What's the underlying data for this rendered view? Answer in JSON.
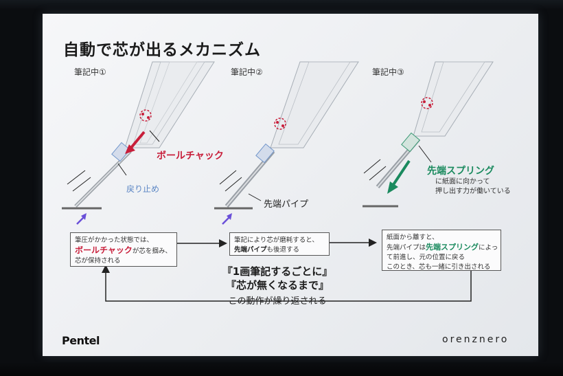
{
  "slide": {
    "title": "自動で芯が出るメカニズム",
    "stages": [
      {
        "label": "筆記中①"
      },
      {
        "label": "筆記中②"
      },
      {
        "label": "筆記中③"
      }
    ],
    "labels": {
      "ball_chuck": "ボールチャック",
      "return_stop": "戻り止め",
      "tip_pipe": "先端パイプ",
      "tip_spring": "先端スプリング"
    },
    "spring_note": [
      "に紙面に向かって",
      "押し出す力が働いている"
    ],
    "boxes": [
      {
        "lines": [
          "筆圧がかかった状態では、",
          "ボールチャックが芯を掴み、",
          "芯が保持される"
        ]
      },
      {
        "lines": [
          "筆記により芯が磨耗すると、",
          "先端パイプも後退する"
        ]
      },
      {
        "lines": [
          "紙面から離すと、",
          "先端パイプは先端スプリングによっ",
          "て前進し、元の位置に戻る",
          "このとき、芯も一緒に引き出される"
        ]
      }
    ],
    "box1_parts": {
      "a": "筆圧がかかった状態では、",
      "b_em": "ボールチャック",
      "b": "が芯を掴み、",
      "c": "芯が保持される"
    },
    "box2_parts": {
      "a": "筆記により芯が磨耗すると、",
      "b_em": "先端パイプ",
      "b": "も後退する"
    },
    "box3_parts": {
      "a": "紙面から離すと、",
      "b1": "先端パイプは",
      "b_em": "先端スプリング",
      "b2": "によっ",
      "c": "て前進し、元の位置に戻る",
      "d": "このとき、芯も一緒に引き出される"
    },
    "quote1": "『1画筆記するごとに』",
    "quote2": "『芯が無くなるまで』",
    "repeat": "この動作が繰り返される",
    "logo_left": "Pentel",
    "logo_right": "orenznero"
  },
  "colors": {
    "accent_red": "#c81e3a",
    "accent_blue": "#5b86c4",
    "accent_green": "#1a8a5e",
    "pointer_purple": "#6a4fd8"
  }
}
